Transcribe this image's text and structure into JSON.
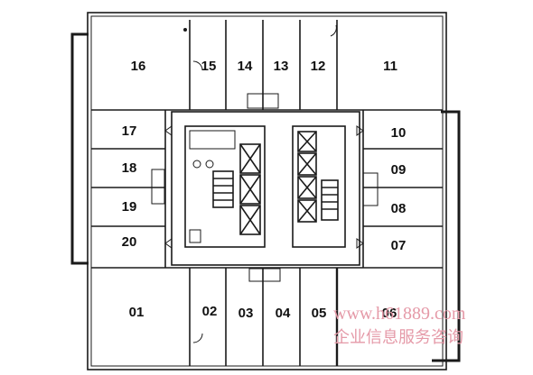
{
  "floor_plan": {
    "units": [
      {
        "id": "unit-16",
        "label": "16"
      },
      {
        "id": "unit-15",
        "label": "15"
      },
      {
        "id": "unit-14",
        "label": "14"
      },
      {
        "id": "unit-13",
        "label": "13"
      },
      {
        "id": "unit-12",
        "label": "12"
      },
      {
        "id": "unit-11",
        "label": "11"
      },
      {
        "id": "unit-17",
        "label": "17"
      },
      {
        "id": "unit-18",
        "label": "18"
      },
      {
        "id": "unit-19",
        "label": "19"
      },
      {
        "id": "unit-20",
        "label": "20"
      },
      {
        "id": "unit-10",
        "label": "10"
      },
      {
        "id": "unit-09",
        "label": "09"
      },
      {
        "id": "unit-08",
        "label": "08"
      },
      {
        "id": "unit-07",
        "label": "07"
      },
      {
        "id": "unit-01",
        "label": "01"
      },
      {
        "id": "unit-02",
        "label": "02"
      },
      {
        "id": "unit-03",
        "label": "03"
      },
      {
        "id": "unit-04",
        "label": "04"
      },
      {
        "id": "unit-05",
        "label": "05"
      },
      {
        "id": "unit-06",
        "label": "06"
      }
    ]
  },
  "watermark": {
    "url": "www.h61889.com",
    "text": "企业信息服务咨询"
  },
  "colors": {
    "line": "#1a1a1a",
    "watermark": "#e59aa8",
    "background": "#ffffff"
  }
}
